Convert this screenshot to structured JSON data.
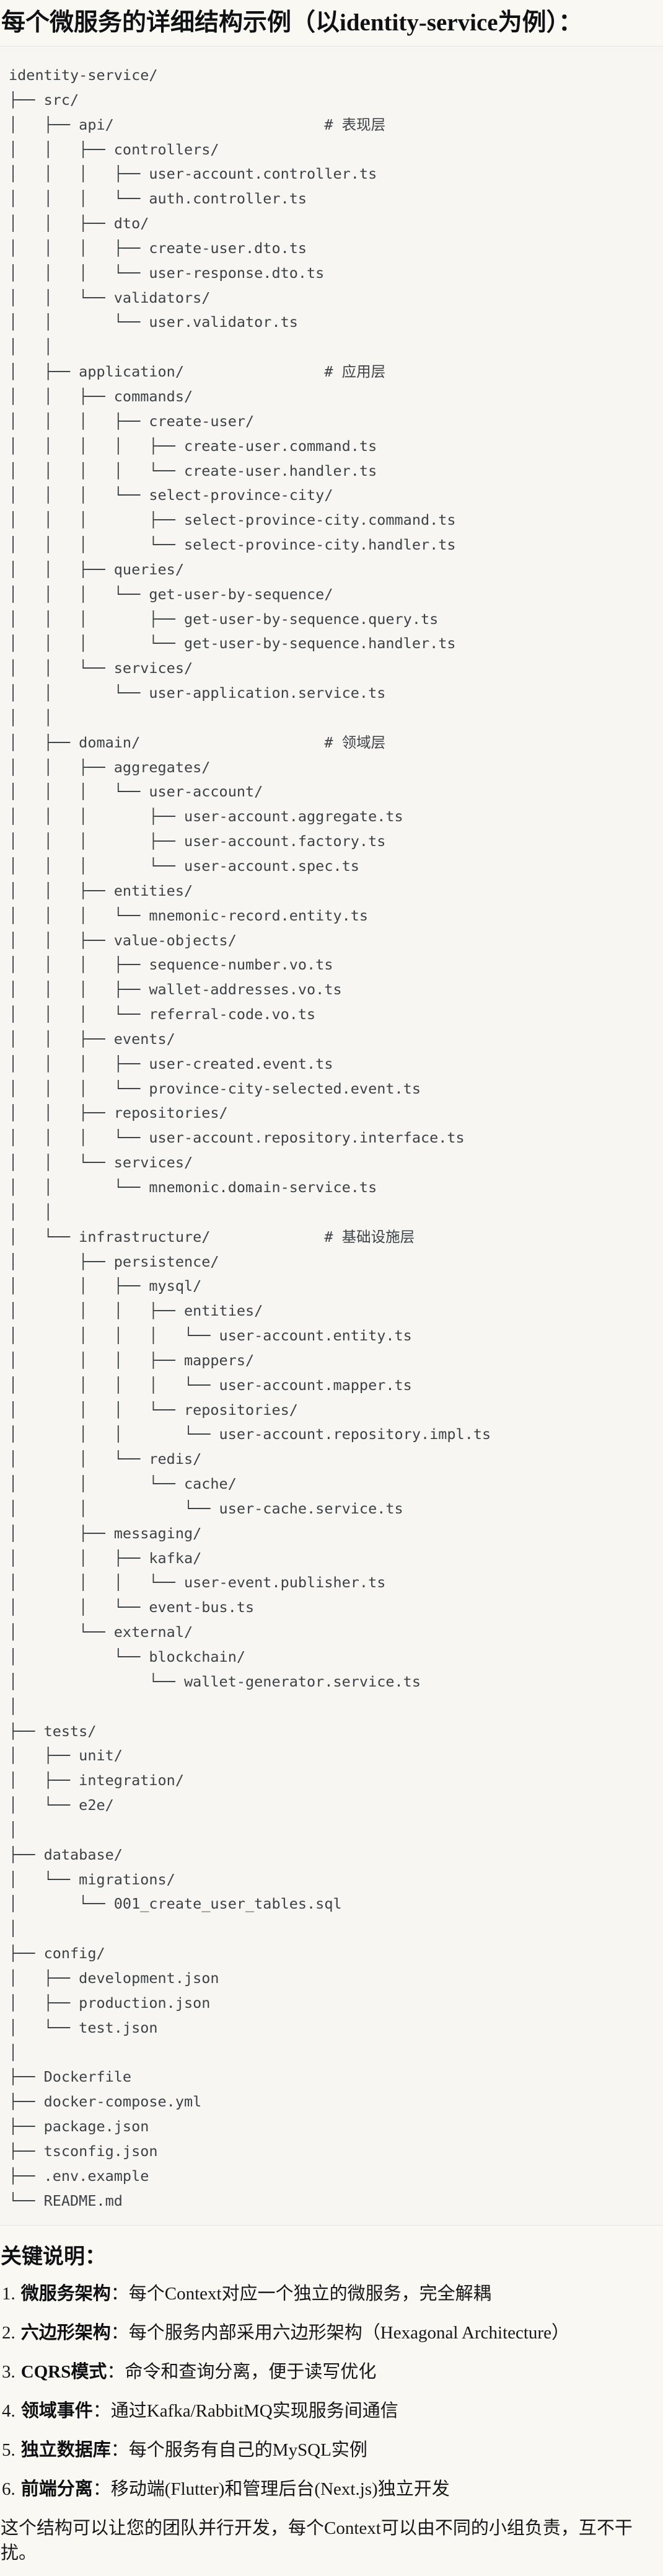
{
  "page": {
    "title": "每个微服务的详细结构示例（以identity-service为例）：",
    "tree": {
      "lines": [
        "identity-service/",
        "├── src/",
        "│   ├── api/                        # 表现层",
        "│   │   ├── controllers/",
        "│   │   │   ├── user-account.controller.ts",
        "│   │   │   └── auth.controller.ts",
        "│   │   ├── dto/",
        "│   │   │   ├── create-user.dto.ts",
        "│   │   │   └── user-response.dto.ts",
        "│   │   └── validators/",
        "│   │       └── user.validator.ts",
        "│   │",
        "│   ├── application/                # 应用层",
        "│   │   ├── commands/",
        "│   │   │   ├── create-user/",
        "│   │   │   │   ├── create-user.command.ts",
        "│   │   │   │   └── create-user.handler.ts",
        "│   │   │   └── select-province-city/",
        "│   │   │       ├── select-province-city.command.ts",
        "│   │   │       └── select-province-city.handler.ts",
        "│   │   ├── queries/",
        "│   │   │   └── get-user-by-sequence/",
        "│   │   │       ├── get-user-by-sequence.query.ts",
        "│   │   │       └── get-user-by-sequence.handler.ts",
        "│   │   └── services/",
        "│   │       └── user-application.service.ts",
        "│   │",
        "│   ├── domain/                     # 领域层",
        "│   │   ├── aggregates/",
        "│   │   │   └── user-account/",
        "│   │   │       ├── user-account.aggregate.ts",
        "│   │   │       ├── user-account.factory.ts",
        "│   │   │       └── user-account.spec.ts",
        "│   │   ├── entities/",
        "│   │   │   └── mnemonic-record.entity.ts",
        "│   │   ├── value-objects/",
        "│   │   │   ├── sequence-number.vo.ts",
        "│   │   │   ├── wallet-addresses.vo.ts",
        "│   │   │   └── referral-code.vo.ts",
        "│   │   ├── events/",
        "│   │   │   ├── user-created.event.ts",
        "│   │   │   └── province-city-selected.event.ts",
        "│   │   ├── repositories/",
        "│   │   │   └── user-account.repository.interface.ts",
        "│   │   └── services/",
        "│   │       └── mnemonic.domain-service.ts",
        "│   │",
        "│   └── infrastructure/             # 基础设施层",
        "│       ├── persistence/",
        "│       │   ├── mysql/",
        "│       │   │   ├── entities/",
        "│       │   │   │   └── user-account.entity.ts",
        "│       │   │   ├── mappers/",
        "│       │   │   │   └── user-account.mapper.ts",
        "│       │   │   └── repositories/",
        "│       │   │       └── user-account.repository.impl.ts",
        "│       │   └── redis/",
        "│       │       └── cache/",
        "│       │           └── user-cache.service.ts",
        "│       ├── messaging/",
        "│       │   ├── kafka/",
        "│       │   │   └── user-event.publisher.ts",
        "│       │   └── event-bus.ts",
        "│       └── external/",
        "│           └── blockchain/",
        "│               └── wallet-generator.service.ts",
        "│",
        "├── tests/",
        "│   ├── unit/",
        "│   ├── integration/",
        "│   └── e2e/",
        "│",
        "├── database/",
        "│   └── migrations/",
        "│       └── 001_create_user_tables.sql",
        "│",
        "├── config/",
        "│   ├── development.json",
        "│   ├── production.json",
        "│   └── test.json",
        "│",
        "├── Dockerfile",
        "├── docker-compose.yml",
        "├── package.json",
        "├── tsconfig.json",
        "├── .env.example",
        "└── README.md"
      ]
    },
    "notes": {
      "heading": "关键说明：",
      "separator": "：",
      "items": [
        {
          "num": "1.",
          "label": "微服务架构",
          "text": "每个Context对应一个独立的微服务，完全解耦"
        },
        {
          "num": "2.",
          "label": "六边形架构",
          "text": "每个服务内部采用六边形架构（Hexagonal Architecture）"
        },
        {
          "num": "3.",
          "label": "CQRS模式",
          "text": "命令和查询分离，便于读写优化"
        },
        {
          "num": "4.",
          "label": "领域事件",
          "text": "通过Kafka/RabbitMQ实现服务间通信"
        },
        {
          "num": "5.",
          "label": "独立数据库",
          "text": "每个服务有自己的MySQL实例"
        },
        {
          "num": "6.",
          "label": "前端分离",
          "text": "移动端(Flutter)和管理后台(Next.js)独立开发"
        }
      ],
      "footer": "这个结构可以让您的团队并行开发，每个Context可以由不同的小组负责，互不干扰。"
    },
    "colors": {
      "page_bg": "#faf8f2",
      "code_bg": "#f7f6f3",
      "code_border": "#e5e4df",
      "code_text": "#3d4247",
      "heading_text": "#101114",
      "body_text": "#16171a"
    }
  }
}
